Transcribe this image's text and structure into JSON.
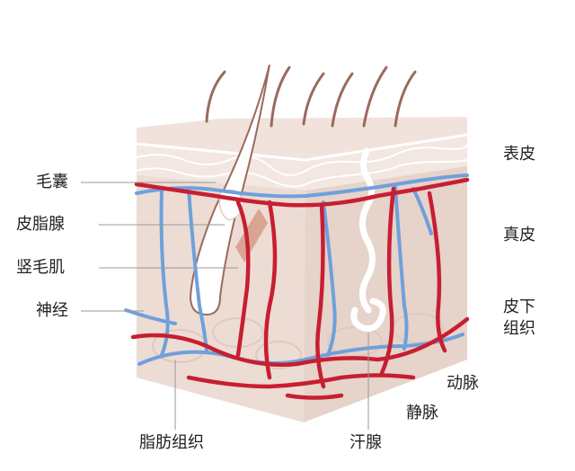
{
  "labels": {
    "hair_follicle": "毛囊",
    "sebaceous_gland": "皮脂腺",
    "arrector_pili": "竖毛肌",
    "nerve": "神经",
    "epidermis": "表皮",
    "dermis": "真皮",
    "subcutaneous_line1": "皮下",
    "subcutaneous_line2": "组织",
    "artery": "动脉",
    "vein": "静脉",
    "adipose_tissue": "脂肪组织",
    "sweat_gland": "汗腺"
  },
  "colors": {
    "skin_light": "#f5ebe6",
    "skin_mid": "#ecdcd4",
    "skin_dark": "#e2cfc6",
    "artery": "#c81e32",
    "vein": "#6fa0dc",
    "hair": "#9a6a5e",
    "muscle": "#d79a86",
    "gland": "#ffffff",
    "leader_line": "#999999",
    "text": "#222222"
  }
}
